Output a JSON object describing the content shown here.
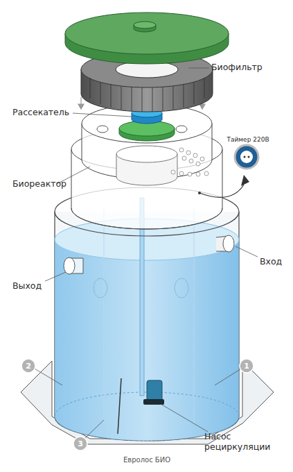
{
  "diagram": {
    "caption": "Евролос БИО",
    "nodes": [
      {
        "text": [
          "1"
        ]
      },
      {
        "text": [
          "2"
        ]
      },
      {
        "text": [
          "3"
        ]
      }
    ],
    "labels": [
      "Биофильтр",
      "Рассекатель",
      "Таймер 220В",
      "Биореактор",
      "Вход",
      "Выход",
      "Насос рециркуляции"
    ]
  }
}
